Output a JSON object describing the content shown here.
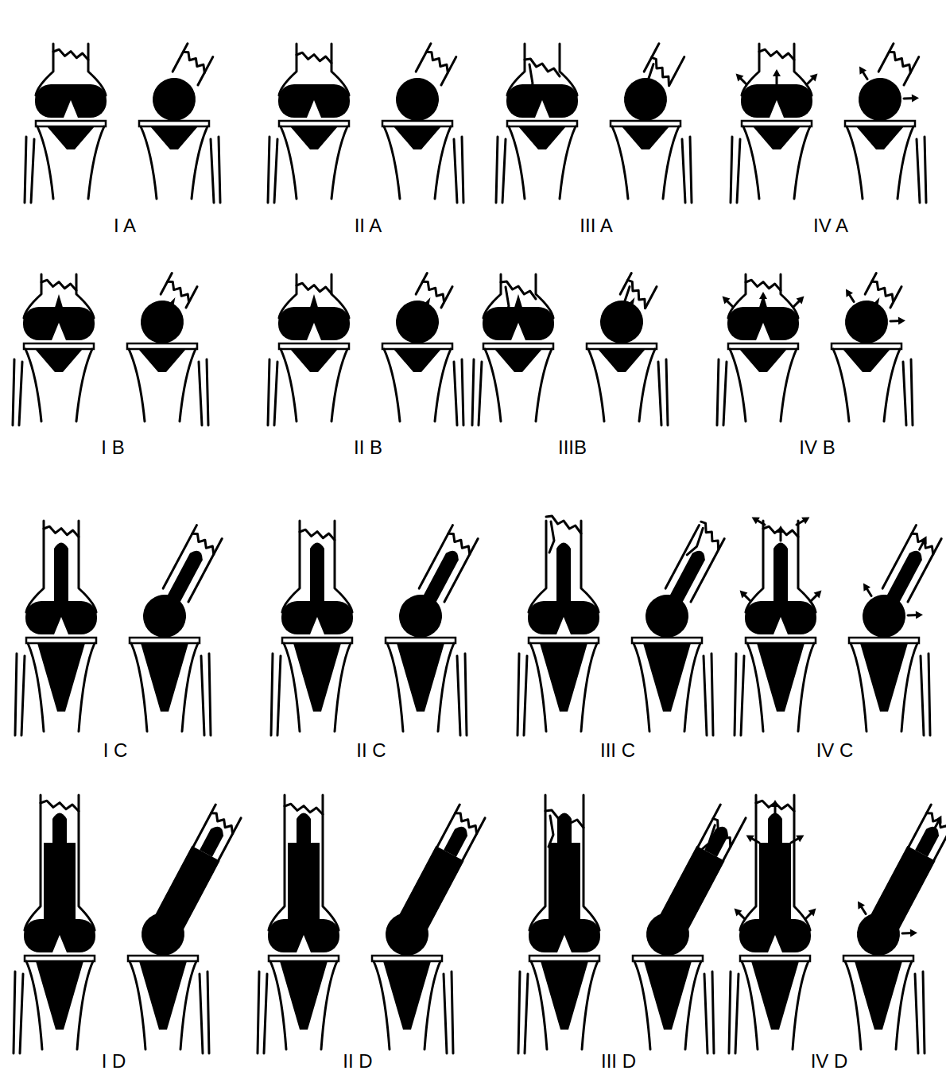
{
  "diagram": {
    "labels": [
      "I A",
      "II A",
      "III A",
      "IV A",
      "I B",
      "II B",
      "IIIB",
      "IV B",
      "I C",
      "II C",
      "III C",
      "IV C",
      "I D",
      "II D",
      "III D",
      "IV D"
    ]
  }
}
